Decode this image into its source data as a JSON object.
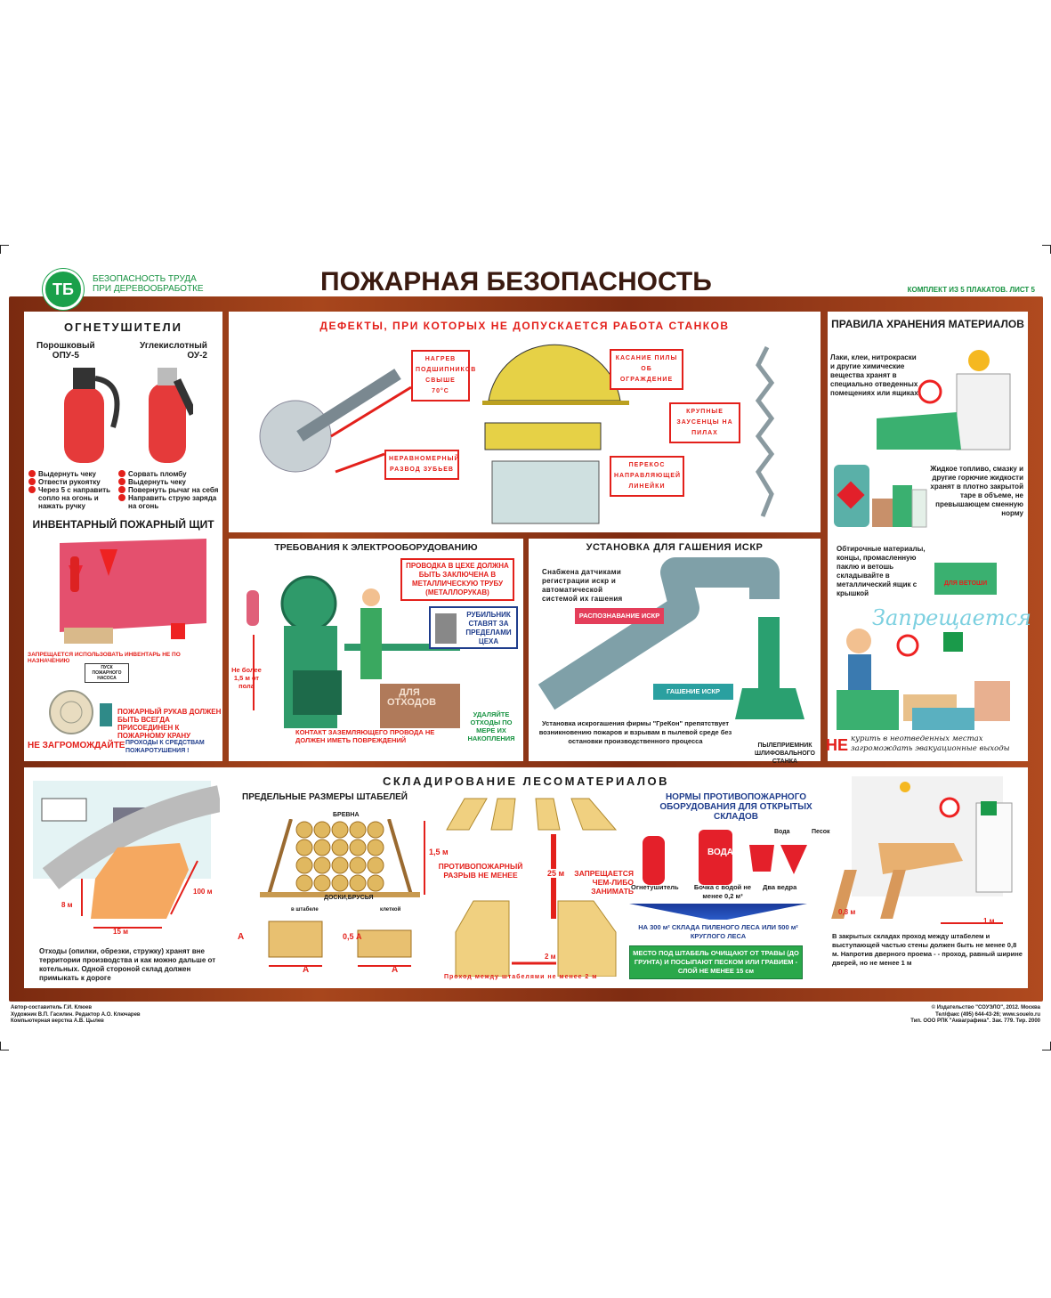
{
  "header": {
    "logo_line1": "БЕЗОПАСНОСТЬ ТРУДА",
    "logo_line2": "ПРИ ДЕРЕВООБРАБОТКЕ",
    "title": "ПОЖАРНАЯ БЕЗОПАСНОСТЬ",
    "set_info": "КОМПЛЕКТ ИЗ 5 ПЛАКАТОВ. ЛИСТ 5"
  },
  "extinguishers": {
    "title": "ОГНЕТУШИТЕЛИ",
    "powder": {
      "name": "Порошковый",
      "model": "ОПУ-5",
      "steps": [
        "Выдернуть чеку",
        "Отвести рукоятку",
        "Через 5 с направить сопло на огонь и нажать ручку"
      ]
    },
    "co2": {
      "name": "Углекислотный",
      "model": "ОУ-2",
      "steps": [
        "Сорвать пломбу",
        "Выдернуть чеку",
        "Повернуть рычаг на себя",
        "Направить струю заряда на огонь"
      ]
    }
  },
  "shield": {
    "title": "ИНВЕНТАРНЫЙ ПОЖАРНЫЙ ЩИТ",
    "warning": "ЗАПРЕЩАЕТСЯ ИСПОЛЬЗОВАТЬ ИНВЕНТАРЬ НЕ ПО НАЗНАЧЕНИЮ",
    "pump_sign": "ПУСК ПОЖАРНОГО НАСОСА",
    "hose_text": "ПОЖАРНЫЙ РУКАВ ДОЛЖЕН БЫТЬ ВСЕГДА ПРИСОЕДИНЕН К ПОЖАРНОМУ КРАНУ",
    "no_block": "НЕ ЗАГРОМОЖДАЙТЕ",
    "no_block_rest": "ПРОХОДЫ К СРЕДСТВАМ ПОЖАРОТУШЕНИЯ !"
  },
  "defects": {
    "title": "ДЕФЕКТЫ, ПРИ КОТОРЫХ НЕ ДОПУСКАЕТСЯ РАБОТА СТАНКОВ",
    "labels": [
      "НАГРЕВ ПОДШИПНИКОВ СВЫШЕ 70°С",
      "НЕРАВНОМЕРНЫЙ РАЗВОД ЗУБЬЕВ",
      "КАСАНИЕ ПИЛЫ ОБ ОГРАЖДЕНИЕ",
      "ПЕРЕКОС НАПРАВЛЯЮЩЕЙ ЛИНЕЙКИ",
      "КРУПНЫЕ ЗАУСЕНЦЫ НА ПИЛАХ"
    ]
  },
  "electro": {
    "title": "ТРЕБОВАНИЯ К ЭЛЕКТРООБОРУДОВАНИЮ",
    "wiring": "ПРОВОДКА В ЦЕХЕ ДОЛЖНА БЫТЬ ЗАКЛЮЧЕНА В МЕТАЛЛИЧЕСКУЮ ТРУБУ (МЕТАЛЛОРУКАВ)",
    "switch": "РУБИЛЬНИК СТАВЯТ ЗА ПРЕДЕЛАМИ ЦЕХА",
    "height": "Не более 1,5 м от пола",
    "bin": "ДЛЯ ОТХОДОВ",
    "remove": "УДАЛЯЙТЕ ОТХОДЫ ПО МЕРЕ ИХ НАКОПЛЕНИЯ",
    "ground": "КОНТАКТ ЗАЗЕМЛЯЮЩЕГО ПРОВОДА НЕ ДОЛЖЕН ИМЕТЬ ПОВРЕЖДЕНИЙ"
  },
  "sparks": {
    "title": "УСТАНОВКА ДЛЯ ГАШЕНИЯ ИСКР",
    "sensors": "Снабжена датчиками регистрации искр и автоматической системой их гашения",
    "detect": "РАСПОЗНАВАНИЕ ИСКР",
    "extinguish": "ГАШЕНИЕ ИСКР",
    "desc": "Установка искрогашения фирмы \"ГреКон\" препятствует возникновению пожаров и взрывам в пылевой среде без остановки производственного процесса",
    "collector": "ПЫЛЕПРИЕМНИК ШЛИФОВАЛЬНОГО СТАНКА"
  },
  "storage": {
    "title": "ПРАВИЛА ХРАНЕНИЯ МАТЕРИАЛОВ",
    "chem": "Лаки, клеи, нитрокраски и другие химические вещества хранят в специально отведенных помещениях или ящиках",
    "fuel": "Жидкое топливо, смазку и другие горючие жидкости хранят в плотно закрытой таре в объеме, не превышающем сменную норму",
    "rags": "Обтирочные материалы, концы, промасленную паклю и ветошь складывайте в металлический ящик с крышкой",
    "rag_box": "ДЛЯ ВЕТОШИ",
    "forbidden": "Запрещается",
    "ne": "НЕ",
    "ne1": "курить в неотведенных местах",
    "ne2": "загромождать эвакуационные выходы"
  },
  "lumber": {
    "title": "СКЛАДИРОВАНИЕ ЛЕСОМАТЕРИАЛОВ",
    "waste_text": "Отходы (опилки, обрезки, стружку) хранят вне территории производства и как можно дальше от котельных. Одной стороной склад должен примыкать к дороге",
    "dim_h": "8 м",
    "dim_w": "15 м",
    "dim_l": "100 м",
    "stack_title": "ПРЕДЕЛЬНЫЕ РАЗМЕРЫ ШТАБЕЛЕЙ",
    "logs": "БРЕВНА",
    "logs_h": "1,5 м",
    "boards": "ДОСКИ,БРУСЬЯ",
    "in_stack": "в штабеле",
    "cage": "клеткой",
    "a": "А",
    "half_a": "0,5 А",
    "gap_label": "ПРОТИВОПОЖАРНЫЙ РАЗРЫВ НЕ МЕНЕЕ",
    "gap_val": "25 м",
    "forbid": "ЗАПРЕЩАЕТСЯ ЧЕМ-ЛИБО ЗАНИМАТЬ",
    "pass_val": "2 м",
    "pass_text": "Проход между штабелями не менее 2 м",
    "norms_title": "НОРМЫ ПРОТИВОПОЖАРНОГО ОБОРУДОВАНИЯ ДЛЯ ОТКРЫТЫХ СКЛАДОВ",
    "ext": "Огнетушитель",
    "barrel": "Бочка с водой не менее 0,2 м³",
    "barrel_label": "ВОДА",
    "water": "Вода",
    "sand": "Песок",
    "buckets": "Два ведра",
    "per_area": "НА 300 м² СКЛАДА ПИЛЕНОГО ЛЕСА ИЛИ 500 м² КРУГЛОГО ЛЕСА",
    "ground": "МЕСТО ПОД ШТАБЕЛЬ ОЧИЩАЮТ ОТ ТРАВЫ (ДО ГРУНТА) И ПОСЫПАЮТ ПЕСКОМ ИЛИ ГРАВИЕМ - СЛОЙ НЕ МЕНЕЕ 15 см",
    "d08": "0,8 м",
    "d1": "1 м",
    "closed": "В закрытых складах проход между штабелем и выступающей частью стены должен быть не менее 0,8 м. Напротив дверного проема - - проход, равный ширине дверей, но не менее 1 м"
  },
  "footer": {
    "left": [
      "Автор-составитель Г.И. Клюев",
      "Художник В.П. Гасилин. Редактор А.О. Ключарев",
      "Компьютерная верстка А.В. Цылев"
    ],
    "right": [
      "© Издательство \"СОУЭЛО\", 2012. Москва",
      "Тел/факс (495) 644-43-26; www.souelo.ru",
      "Тип. ООО РПК \"Акваграфика\". Зак. 779. Тир. 2000"
    ]
  }
}
